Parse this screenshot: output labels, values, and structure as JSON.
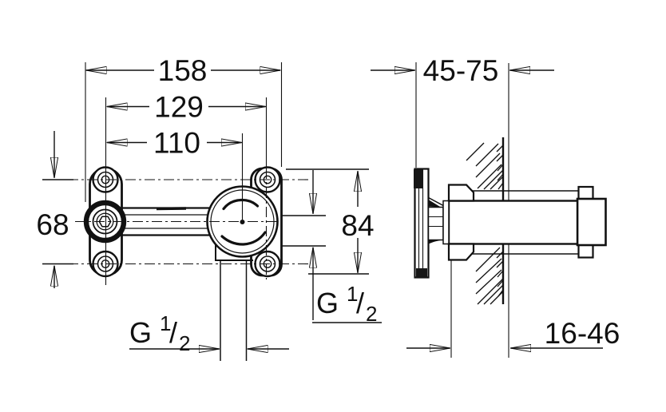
{
  "drawing": {
    "front_view": {
      "total_width": "158",
      "hole_spacing_horizontal": "129",
      "center_to_hole": "110",
      "hole_spacing_vertical": "68",
      "body_height": "84",
      "bottom_port_thread": {
        "prefix": "G",
        "numerator": "1",
        "slash": "/",
        "denominator": "2"
      },
      "side_port_thread": {
        "prefix": "G",
        "numerator": "1",
        "slash": "/",
        "denominator": "2"
      }
    },
    "side_view": {
      "mounting_depth_range": "45-75",
      "front_face_to_wall_range": "16-46"
    }
  }
}
